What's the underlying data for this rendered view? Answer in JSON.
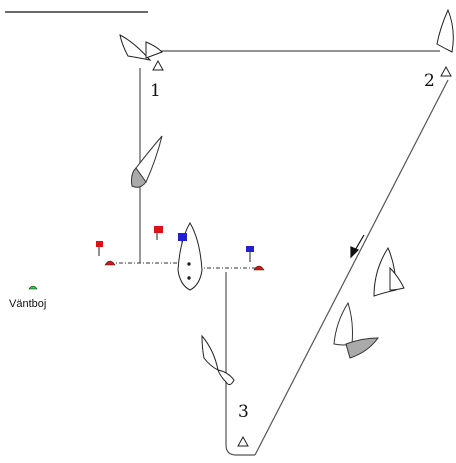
{
  "marks": [
    {
      "id": "1",
      "label": "1"
    },
    {
      "id": "2",
      "label": "2"
    },
    {
      "id": "3",
      "label": "3"
    }
  ],
  "wait_buoy": {
    "label": "Väntboj",
    "color": "#22cc33"
  },
  "colors": {
    "course_line": "#555555",
    "start_line": "#333333",
    "flag_red": "#dd1111",
    "flag_blue": "#2222cc",
    "buoy_red": "#dd1111",
    "boat_gray": "#aaaaaa",
    "arrow": "#111111"
  },
  "icons": [
    "sailboat-icon",
    "flag-icon",
    "buoy-icon",
    "triangle-mark-icon",
    "direction-arrow-icon"
  ]
}
